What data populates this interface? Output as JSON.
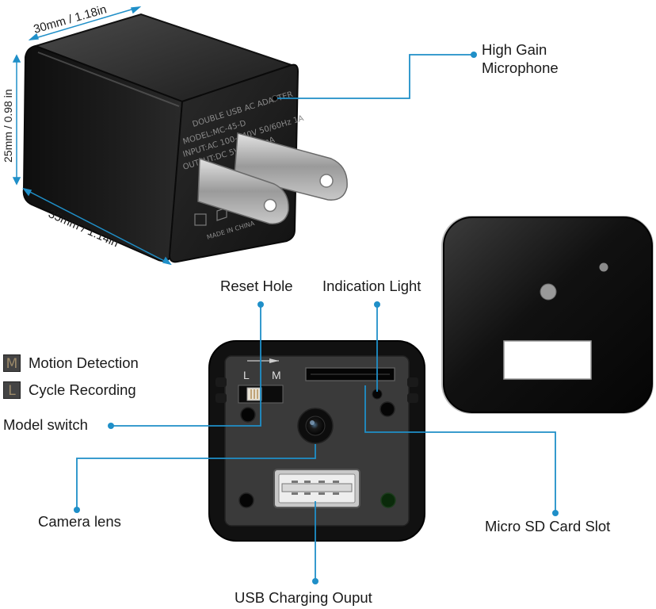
{
  "dimensions": {
    "width_label": "30mm / 1.18in",
    "height_label": "25mm / 0.98 in",
    "depth_label": "35mm / 1.14in"
  },
  "adapter_print": {
    "line1": "DOUBLE USB AC ADAPTER",
    "line2": "MODEL:MC-45-D",
    "line3": "INPUT:AC 100-240V 50/60Hz 1A",
    "line4": "OUTPUT:DC 5V⁒1000mA",
    "made_in": "MADE IN CHINA"
  },
  "callouts": {
    "microphone": [
      "High Gain",
      "Microphone"
    ],
    "reset_hole": "Reset Hole",
    "indication_light": "Indication Light",
    "model_switch": "Model switch",
    "camera_lens": "Camera lens",
    "sd_slot": "Micro SD Card Slot",
    "usb_output": "USB Charging Ouput"
  },
  "legend": [
    {
      "badge": "M",
      "text": "Motion Detection"
    },
    {
      "badge": "L",
      "text": "Cycle Recording"
    }
  ],
  "switch_marks": {
    "left": "L",
    "right": "M"
  },
  "colors": {
    "accent": "#1f8fc8",
    "device_body": "#141414",
    "panel": "#3a3a3a",
    "prong": "#b9b9b9"
  }
}
